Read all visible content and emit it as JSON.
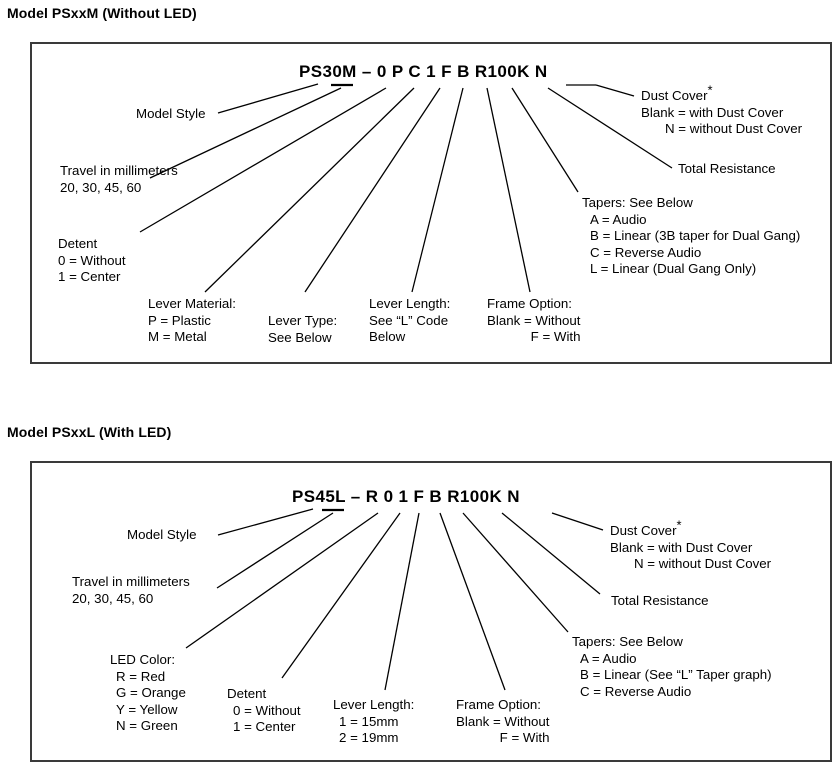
{
  "panels": [
    {
      "title": "Model PSxxM (Without LED)",
      "part_number": "PS30M – 0 P C 1 F B R100K N",
      "labels": {
        "model_style": "Model Style",
        "travel_title": "Travel in millimeters",
        "travel_values": "20, 30, 45, 60",
        "detent_title": "Detent",
        "detent_0": "0 = Without",
        "detent_1": "1 = Center",
        "lever_material_title": "Lever Material:",
        "lever_material_p": "P = Plastic",
        "lever_material_m": "M = Metal",
        "lever_type_title": "Lever Type:",
        "lever_type_sub": "See Below",
        "lever_length_title": "Lever Length:",
        "lever_length_l1": "See “L” Code",
        "lever_length_l2": "Below",
        "frame_option_title": "Frame Option:",
        "frame_option_blank": "Blank = Without",
        "frame_option_f": "F = With",
        "tapers_title": "Tapers: See Below",
        "tapers_a": "A = Audio",
        "tapers_b": "B = Linear (3B taper for Dual Gang)",
        "tapers_c": "C = Reverse Audio",
        "tapers_l": "L = Linear (Dual Gang Only)",
        "dust_cover_title": "Dust Cover",
        "dust_cover_mark": "*",
        "dust_cover_blank": "Blank = with Dust Cover",
        "dust_cover_n": "N = without Dust Cover",
        "total_resistance": "Total Resistance"
      }
    },
    {
      "title": "Model PSxxL (With LED)",
      "part_number": "PS45L – R 0 1 F B R100K N",
      "labels": {
        "model_style": "Model Style",
        "travel_title": "Travel in millimeters",
        "travel_values": "20, 30, 45, 60",
        "led_color_title": "LED Color:",
        "led_r": "R = Red",
        "led_g": "G = Orange",
        "led_y": "Y = Yellow",
        "led_n": "N = Green",
        "detent_title": "Detent",
        "detent_0": "0 = Without",
        "detent_1": "1 = Center",
        "lever_length_title": "Lever Length:",
        "lever_length_1": "1 = 15mm",
        "lever_length_2": "2 = 19mm",
        "frame_option_title": "Frame Option:",
        "frame_option_blank": "Blank = Without",
        "frame_option_f": "F = With",
        "tapers_title": "Tapers: See Below",
        "tapers_a": "A = Audio",
        "tapers_b": "B = Linear (See “L” Taper graph)",
        "tapers_c": "C = Reverse Audio",
        "dust_cover_title": "Dust Cover",
        "dust_cover_mark": "*",
        "dust_cover_blank": "Blank = with Dust Cover",
        "dust_cover_n": "N = without Dust Cover",
        "total_resistance": "Total Resistance"
      }
    }
  ],
  "colors": {
    "line": "#000000",
    "border": "#3a3a3a",
    "text": "#000000",
    "background": "#ffffff"
  }
}
